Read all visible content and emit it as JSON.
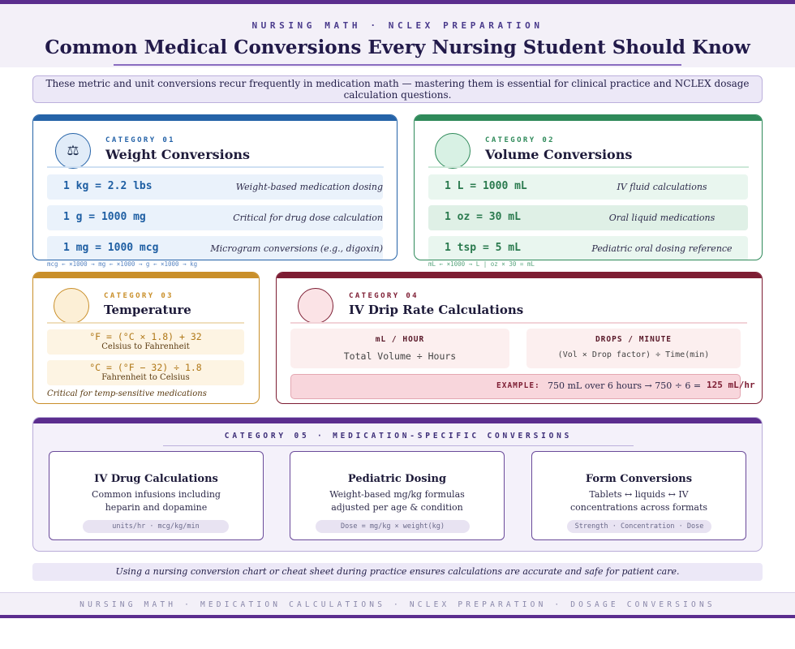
{
  "header": {
    "eyebrow": "NURSING MATH · NCLEX PREPARATION",
    "title": "Common Medical Conversions Every Nursing Student Should Know"
  },
  "intro": "These metric and unit conversions recur frequently in medication math — mastering them is essential for clinical practice and NCLEX dosage calculation questions.",
  "weight": {
    "label": "CATEGORY 01",
    "title": "Weight Conversions",
    "icon": "scale-icon",
    "icon_glyph": "⚖",
    "accent": "#2563a8",
    "rows": [
      {
        "formula": "1 kg = 2.2 lbs",
        "note": "Weight-based medication dosing"
      },
      {
        "formula": "1 g = 1000 mg",
        "note": "Critical for drug dose calculation"
      },
      {
        "formula": "1 mg = 1000 mcg",
        "note": "Microgram conversions (e.g., digoxin)"
      }
    ],
    "chain": "mcg ← ×1000 → mg ← ×1000 → g ← ×1000 → kg"
  },
  "volume": {
    "label": "CATEGORY 02",
    "title": "Volume Conversions",
    "accent": "#2f8a5a",
    "rows": [
      {
        "formula": "1 L = 1000 mL",
        "note": "IV fluid calculations"
      },
      {
        "formula": "1 oz = 30 mL",
        "note": "Oral liquid medications"
      },
      {
        "formula": "1 tsp = 5 mL",
        "note": "Pediatric oral dosing reference"
      }
    ],
    "chain": "mL ← ×1000 → L | oz × 30 = mL"
  },
  "temperature": {
    "label": "CATEGORY 03",
    "title": "Temperature",
    "accent": "#c98f2a",
    "rows": [
      {
        "formula": "°F = (°C × 1.8) + 32",
        "label": "Celsius to Fahrenheit"
      },
      {
        "formula": "°C = (°F − 32) ÷ 1.8",
        "label": "Fahrenheit to Celsius"
      }
    ],
    "note": "Critical for temp-sensitive medications"
  },
  "iv": {
    "label": "CATEGORY 04",
    "title": "IV Drip Rate Calculations",
    "accent": "#7d1d33",
    "hour": {
      "heading": "mL / HOUR",
      "formula": "Total Volume ÷ Hours"
    },
    "drops": {
      "heading": "DROPS / MINUTE",
      "formula": "(Vol × Drop factor) ÷ Time(min)"
    },
    "example": {
      "label": "EXAMPLE:",
      "text": "750 mL over 6 hours → 750 ÷ 6 =",
      "result": "125 mL/hr"
    }
  },
  "medication": {
    "label": "CATEGORY 05 · MEDICATION-SPECIFIC CONVERSIONS",
    "cards": [
      {
        "title": "IV Drug Calculations",
        "desc1": "Common infusions including",
        "desc2": "heparin and dopamine",
        "pill": "units/hr · mcg/kg/min"
      },
      {
        "title": "Pediatric Dosing",
        "desc1": "Weight-based mg/kg formulas",
        "desc2": "adjusted per age & condition",
        "pill": "Dose = mg/kg × weight(kg)"
      },
      {
        "title": "Form Conversions",
        "desc1": "Tablets ↔ liquids ↔ IV",
        "desc2": "concentrations across formats",
        "pill": "Strength · Concentration · Dose"
      }
    ]
  },
  "bottom_note": "Using a nursing conversion chart or cheat sheet during practice ensures calculations are accurate and safe for patient care.",
  "footer": "NURSING MATH · MEDICATION CALCULATIONS · NCLEX PREPARATION · DOSAGE CONVERSIONS"
}
